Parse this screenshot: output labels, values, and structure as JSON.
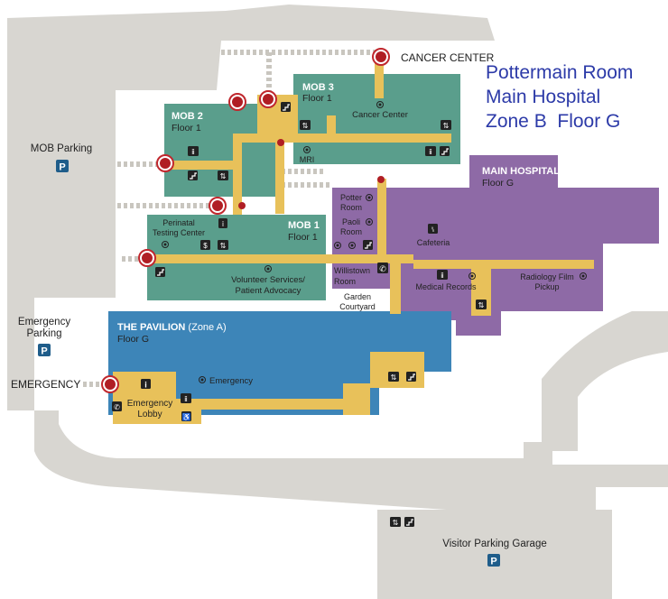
{
  "overlay_title": {
    "line1": "Pottermain Room",
    "line2": "Main Hospital",
    "line3": "Zone B  Floor G"
  },
  "colors": {
    "road": "#d8d6d1",
    "mob": "#5a9e8c",
    "main_hospital": "#8e6aa6",
    "pavilion": "#3d85b8",
    "corridor": "#e8c15a",
    "entrance": "#c0272d",
    "title": "#2c3aa8"
  },
  "areas": {
    "mob_parking": "MOB Parking",
    "emergency_parking_l1": "Emergency",
    "emergency_parking_l2": "Parking",
    "emergency": "EMERGENCY",
    "cancer_center_entrance": "CANCER CENTER",
    "visitor_parking": "Visitor Parking Garage",
    "parking_symbol": "P"
  },
  "buildings": {
    "mob3": {
      "name": "MOB 3",
      "floor": "Floor 1",
      "cancer_center": "Cancer Center",
      "mri": "MRI"
    },
    "mob2": {
      "name": "MOB 2",
      "floor": "Floor 1"
    },
    "mob1": {
      "name": "MOB 1",
      "floor": "Floor 1",
      "perinatal_l1": "Perinatal",
      "perinatal_l2": "Testing Center",
      "volunteer_l1": "Volunteer Services/",
      "volunteer_l2": "Patient Advocacy"
    },
    "main": {
      "name": "MAIN HOSPITAL",
      "zone": " (Zone B)",
      "floor": "Floor G",
      "potter_l1": "Potter",
      "potter_l2": "Room",
      "paoli_l1": "Paoli",
      "paoli_l2": "Room",
      "cafeteria": "Cafeteria",
      "willistown_l1": "Willistown",
      "willistown_l2": "Room",
      "medical_records": "Medical Records",
      "radiology_l1": "Radiology Film",
      "radiology_l2": "Pickup",
      "garden_l1": "Garden",
      "garden_l2": "Courtyard"
    },
    "pavilion": {
      "name": "THE PAVILION",
      "zone": " (Zone A)",
      "floor": "Floor G",
      "emergency": "Emergency",
      "lobby_l1": "Emergency",
      "lobby_l2": "Lobby"
    }
  },
  "icons": [
    "restroom-icon",
    "elevator-icon",
    "stairs-icon",
    "info-icon",
    "cafeteria-icon",
    "telephone-icon",
    "parking-icon",
    "location-pin-icon",
    "cashier-icon",
    "accessible-icon"
  ]
}
